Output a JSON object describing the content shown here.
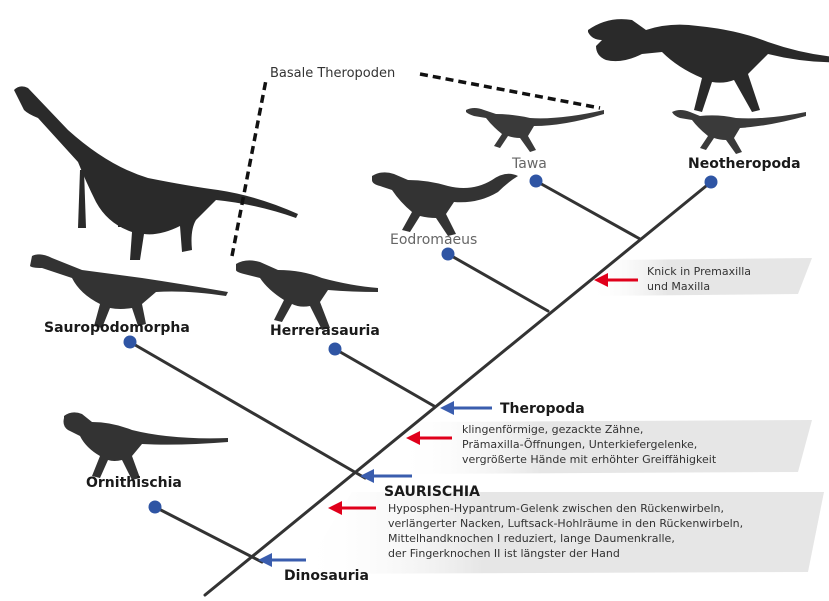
{
  "labels": {
    "basal_theropods": "Basale Theropoden",
    "tawa": "Tawa",
    "neotheropoda": "Neotheropoda",
    "eodromaeus": "Eodromaeus",
    "sauropodomorpha": "Sauropodomorpha",
    "herrerasauria": "Herrerasauria",
    "theropoda": "Theropoda",
    "ornithischia": "Ornithischia",
    "saurischia": "SAURISCHIA",
    "dinosauria": "Dinosauria"
  },
  "notes": {
    "neotheropoda": [
      "Knick in Premaxilla",
      "und Maxilla"
    ],
    "theropoda": [
      "klingenförmige, gezackte Zähne,",
      "Prämaxilla-Öffnungen, Unterkiefergelenke,",
      "vergrößerte Hände mit erhöhter Greiffähigkeit"
    ],
    "saurischia": [
      "Hyposphen-Hypantrum-Gelenk zwischen den Rückenwirbeln,",
      "verlängerter Nacken, Luftsack-Hohlräume in den Rückenwirbeln,",
      "Mittelhandknochen I reduziert, lange Daumenkralle,",
      "der Fingerknochen II ist längster der Hand"
    ]
  },
  "colors": {
    "branch": "#333333",
    "node": "#2f55a4",
    "blue_arrow": "#3a5dae",
    "red_arrow": "#e0001b",
    "note_band": "#e6e6e6"
  },
  "icons": {
    "silhouettes": [
      "sauropodomorph-skeleton",
      "theropod-skeleton",
      "ornithischian-skeleton"
    ]
  }
}
